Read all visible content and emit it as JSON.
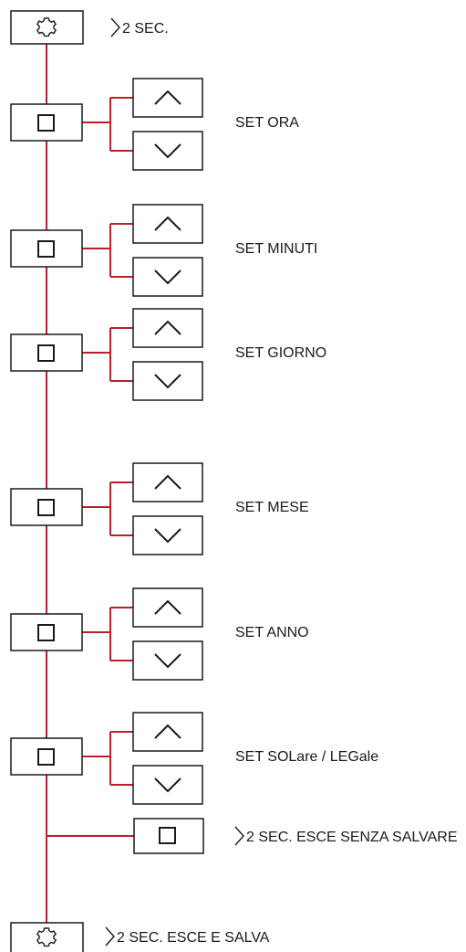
{
  "start": {
    "icon": "gear-icon",
    "label": "2 SEC."
  },
  "steps": [
    {
      "label": "SET ORA",
      "up_icon": "chevron-up-icon",
      "down_icon": "chevron-down-icon"
    },
    {
      "label": "SET MINUTI",
      "up_icon": "chevron-up-icon",
      "down_icon": "chevron-down-icon"
    },
    {
      "label": "SET GIORNO",
      "up_icon": "chevron-up-icon",
      "down_icon": "chevron-down-icon"
    },
    {
      "label": "SET MESE",
      "up_icon": "chevron-up-icon",
      "down_icon": "chevron-down-icon"
    },
    {
      "label": "SET ANNO",
      "up_icon": "chevron-up-icon",
      "down_icon": "chevron-down-icon"
    },
    {
      "label": "SET SOLare / LEGale",
      "up_icon": "chevron-up-icon",
      "down_icon": "chevron-down-icon"
    }
  ],
  "exit_no_save": {
    "icon": "square-icon",
    "label": "2 SEC. ESCE SENZA SALVARE"
  },
  "exit_save": {
    "icon": "gear-icon",
    "label": "2 SEC. ESCE E SALVA"
  },
  "colors": {
    "connector": "#b8202c",
    "outline": "#1a1a1a"
  }
}
